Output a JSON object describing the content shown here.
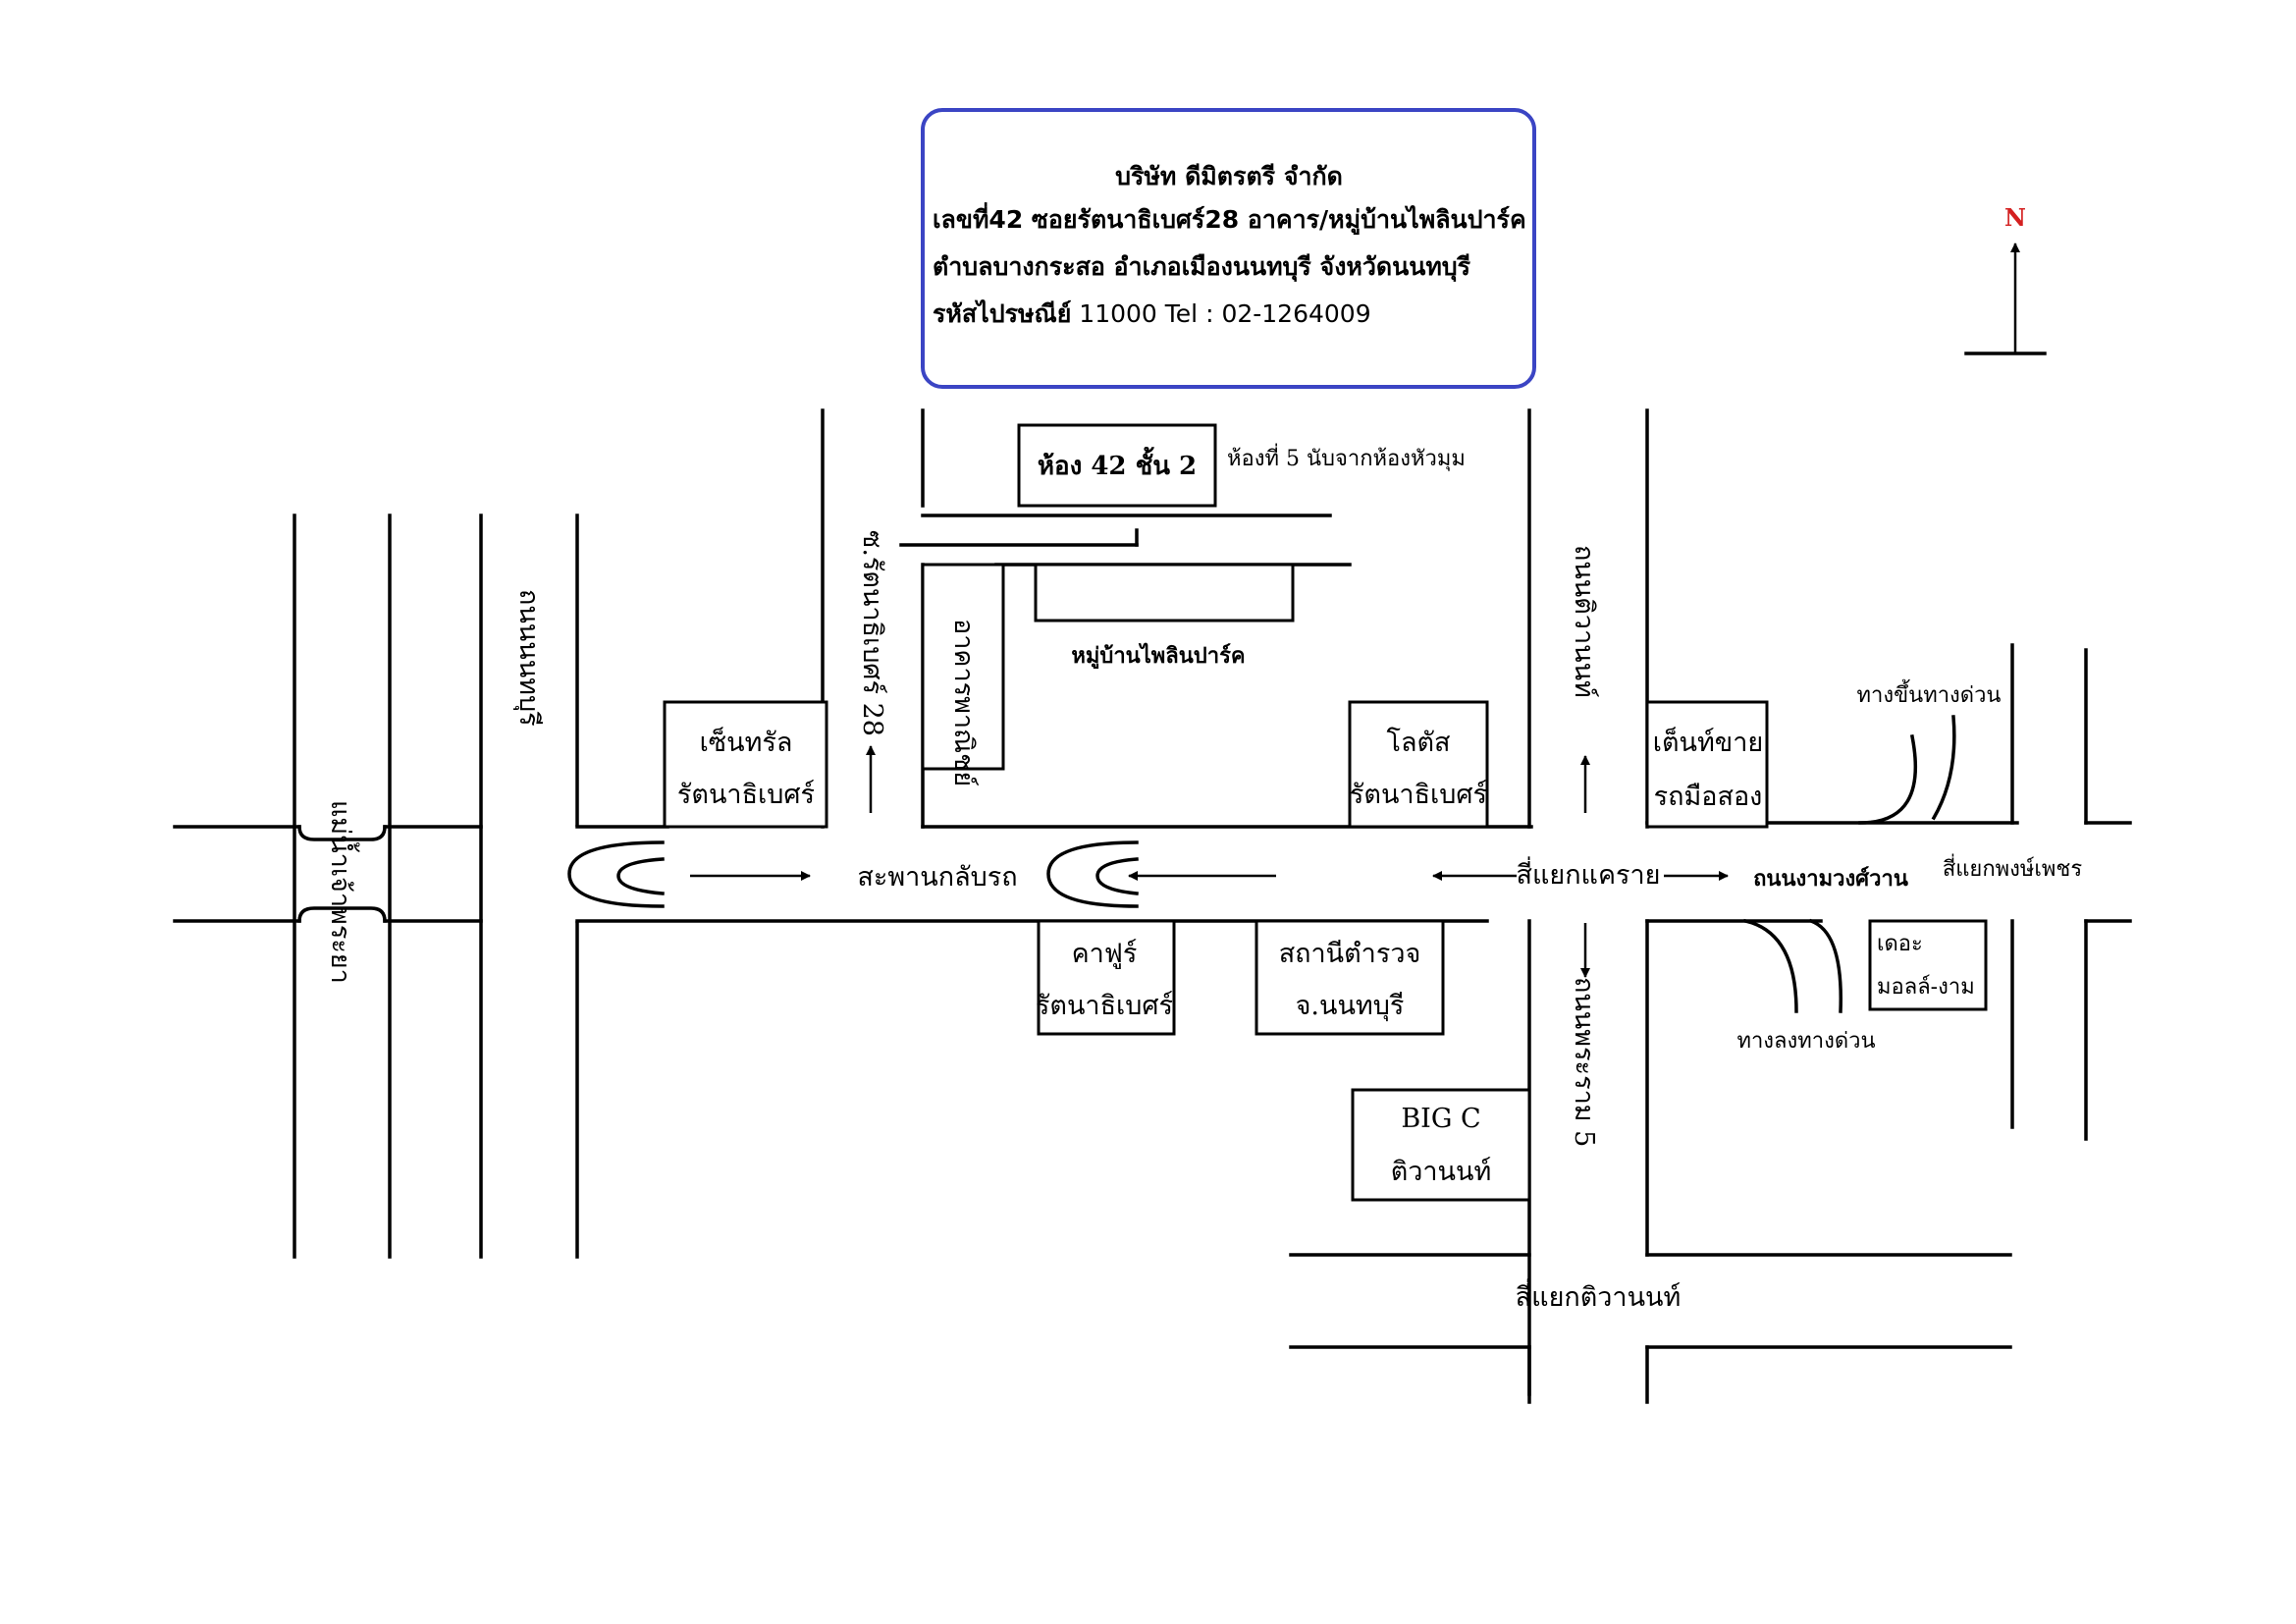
{
  "header": {
    "company": "บริษัท ดีมิตรตรี จำกัด",
    "address_line1": "เลขที่42 ซอยรัตนาธิเบศร์28 อาคาร/หมู่บ้านไพลินปาร์ค",
    "address_line2": "ตำบลบางกระสอ อำเภอเมืองนนทบุรี จังหวัดนนทบุรี",
    "postal_label": "รหัสไปรษณีย์",
    "postal_tel": " 11000 Tel : 02-1264009",
    "border_color": "#3b45c4"
  },
  "compass": {
    "label": "N",
    "color": "#d42020"
  },
  "destination": {
    "room": "ห้อง 42 ชั้น 2",
    "room_note": "ห้องที่ 5 นับจากห้องหัวมุม",
    "village": "หมู่บ้านไพลินปาร์ค",
    "building": "อาคารพาณิชย์"
  },
  "roads": {
    "soi": "ซ.รัตนาธิเบศร์ 28",
    "nonthaburi": "ถนนนนทบุรี",
    "khae_rai_north": "ถนนติวานนท์",
    "tiwanon_south": "ถนนพระราม 5",
    "ngam_wong_wan": "ถนนงามวงศ์วาน",
    "chao_phraya": "แม่น้ำเจ้าพระยา",
    "u_turn": "สะพานกลับรถ"
  },
  "junctions": {
    "khae_rai": "สี่แยกแคราย",
    "tiwanon": "สี่แยกติวานนท์",
    "phong_phet": "สี่แยกพงษ์เพชร",
    "expressway_up": "ทางขึ้นทางด่วน",
    "expressway_down": "ทางลงทางด่วน"
  },
  "landmarks": {
    "central": [
      "เซ็นทรัล",
      "รัตนาธิเบศร์"
    ],
    "lotus": [
      "โลตัส",
      "รัตนาธิเบศร์"
    ],
    "carrefour": [
      "คาฟูร์",
      "รัตนาธิเบศร์"
    ],
    "police": [
      "สถานีตำรวจ",
      "จ.นนทบุรี"
    ],
    "bigc": [
      "BIG C",
      "ติวานนท์"
    ],
    "car_tent": [
      "เต็นท์ขาย",
      "รถมือสอง"
    ],
    "mall": [
      "เดอะ",
      "มอลล์-งาม"
    ]
  }
}
